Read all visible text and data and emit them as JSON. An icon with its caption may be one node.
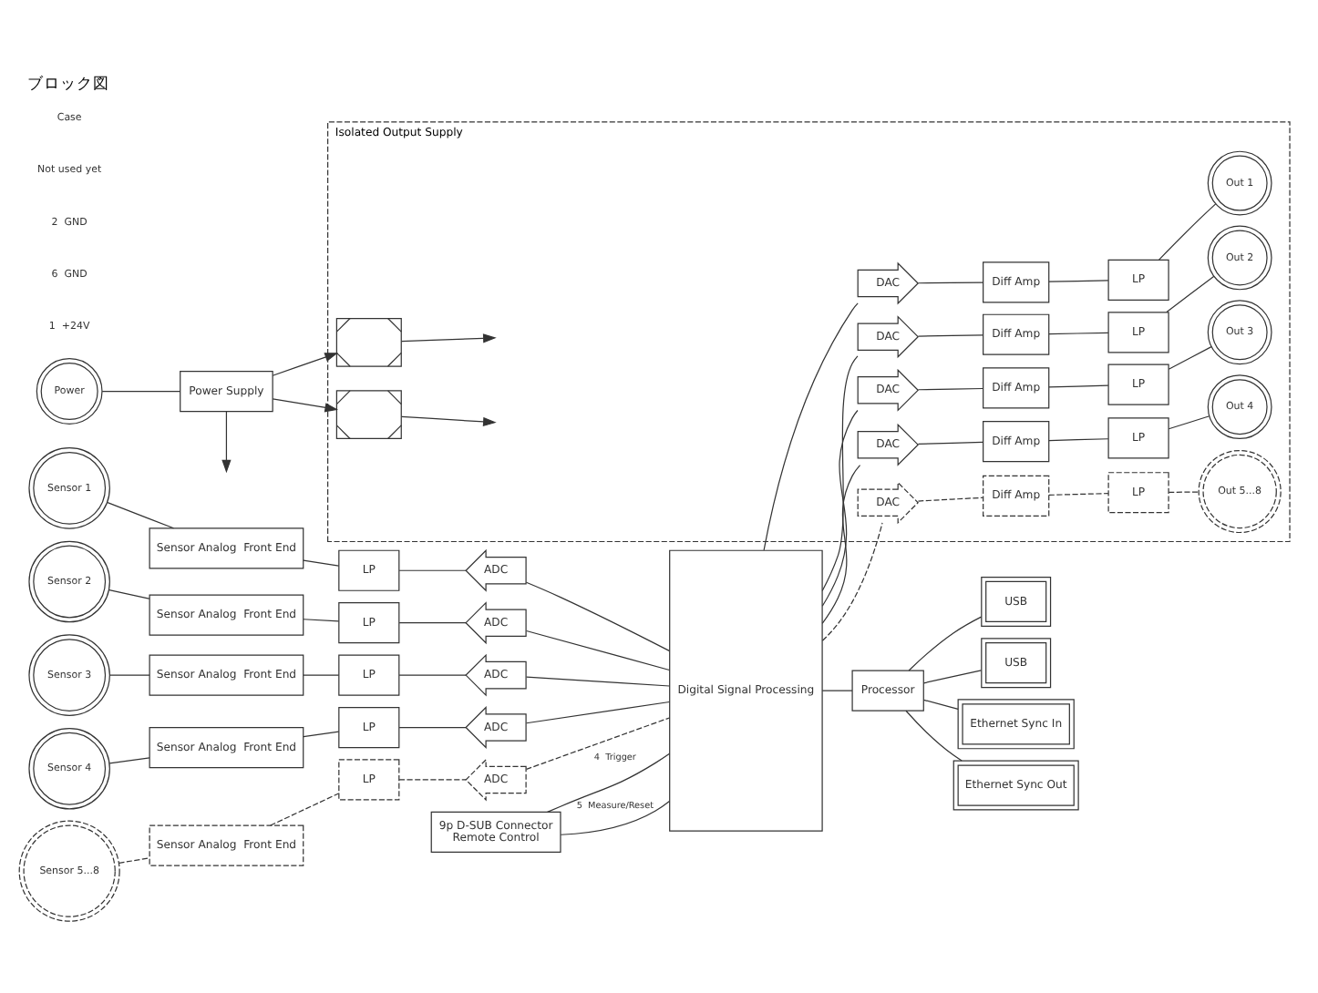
{
  "diagram": {
    "title": "ブロック図",
    "nodes": [
      {
        "text": [
          "Power"
        ]
      },
      {
        "text": [
          "Power Supply"
        ]
      },
      {
        "text": [
          "Isolated Output Supply"
        ]
      },
      {
        "text": [],
        "shape": "box",
        "in": 2
      },
      {
        "text": [],
        "shape": "box",
        "in": 2
      },
      {
        "text": [
          "Sensor 1"
        ]
      },
      {
        "text": [
          "Sensor Analog  Front End"
        ]
      },
      {
        "text": [
          "LP"
        ]
      },
      {
        "text": [
          "ADC"
        ]
      },
      {
        "text": [
          "Sensor 2"
        ]
      },
      {
        "text": [
          "Sensor Analog  Front End"
        ]
      },
      {
        "text": [
          "LP"
        ]
      },
      {
        "text": [
          "ADC"
        ]
      },
      {
        "text": [
          "Sensor 3"
        ]
      },
      {
        "text": [
          "Sensor Analog  Front End"
        ]
      },
      {
        "text": [
          "LP"
        ]
      },
      {
        "text": [
          "ADC"
        ]
      },
      {
        "text": [
          "Sensor 4"
        ]
      },
      {
        "text": [
          "Sensor Analog  Front End"
        ]
      },
      {
        "text": [
          "LP"
        ]
      },
      {
        "text": [
          "ADC"
        ]
      },
      {
        "text": [
          "Sensor 5...8"
        ]
      },
      {
        "text": [
          "Sensor Analog  Front End"
        ]
      },
      {
        "text": [
          "LP"
        ]
      },
      {
        "text": [
          "ADC"
        ]
      },
      {
        "text": [
          "Digital Signal Processing"
        ]
      },
      {
        "text": [
          "DAC"
        ],
        "in": 2
      },
      {
        "text": [
          "Diff Amp"
        ],
        "in": 2
      },
      {
        "text": [
          "LP"
        ],
        "in": 2
      },
      {
        "text": [
          "Out 1"
        ],
        "in": 2
      },
      {
        "text": [
          "DAC"
        ],
        "in": 2
      },
      {
        "text": [
          "Diff Amp"
        ],
        "in": 2
      },
      {
        "text": [
          "LP"
        ],
        "in": 2
      },
      {
        "text": [
          "Out 2"
        ],
        "in": 2
      },
      {
        "text": [
          "DAC"
        ],
        "in": 2
      },
      {
        "text": [
          "Diff Amp"
        ],
        "in": 2
      },
      {
        "text": [
          "LP"
        ],
        "in": 2
      },
      {
        "text": [
          "Out 3"
        ],
        "in": 2
      },
      {
        "text": [
          "DAC"
        ],
        "in": 2
      },
      {
        "text": [
          "Diff Amp"
        ],
        "in": 2
      },
      {
        "text": [
          "LP"
        ],
        "in": 2
      },
      {
        "text": [
          "Out 4"
        ],
        "in": 2
      },
      {
        "text": [
          "DAC"
        ],
        "in": 2
      },
      {
        "text": [
          "Diff Amp"
        ],
        "in": 2
      },
      {
        "text": [
          "LP"
        ],
        "in": 2
      },
      {
        "text": [
          "Out 5...8"
        ],
        "in": 2
      },
      {
        "text": [
          "9p D-SUB Connector",
          "Remote Control"
        ]
      },
      {
        "text": [
          "Processor"
        ]
      },
      {
        "text": [
          "USB"
        ]
      },
      {
        "text": [
          "USB"
        ]
      },
      {
        "text": [
          "Ethernet Sync In"
        ]
      },
      {
        "text": [
          "Ethernet Sync Out"
        ]
      }
    ],
    "edges": [
      {
        "from": 0,
        "to": 1,
        "arrow": "none"
      },
      {
        "from": 1,
        "to": 3,
        "arrow": "to"
      },
      {
        "from": 1,
        "to": 4,
        "arrow": "to"
      },
      {
        "from": 1,
        "to": null,
        "arrow": "to"
      },
      {
        "from": 3,
        "to": null,
        "arrow": "to"
      },
      {
        "from": 4,
        "to": null,
        "arrow": "to"
      },
      {
        "from": 5,
        "to": 6,
        "arrow": "none"
      },
      {
        "from": 6,
        "to": 7,
        "arrow": "none"
      },
      {
        "from": 7,
        "to": 8,
        "arrow": "none"
      },
      {
        "from": 8,
        "to": 25,
        "arrow": "none"
      },
      {
        "from": 9,
        "to": 10,
        "arrow": "none"
      },
      {
        "from": 10,
        "to": 11,
        "arrow": "none"
      },
      {
        "from": 11,
        "to": 12,
        "arrow": "none"
      },
      {
        "from": 12,
        "to": 25,
        "arrow": "none"
      },
      {
        "from": 13,
        "to": 14,
        "arrow": "none"
      },
      {
        "from": 14,
        "to": 15,
        "arrow": "none"
      },
      {
        "from": 15,
        "to": 16,
        "arrow": "none"
      },
      {
        "from": 16,
        "to": 25,
        "arrow": "none"
      },
      {
        "from": 17,
        "to": 18,
        "arrow": "none"
      },
      {
        "from": 18,
        "to": 19,
        "arrow": "none"
      },
      {
        "from": 19,
        "to": 20,
        "arrow": "none"
      },
      {
        "from": 20,
        "to": 25,
        "arrow": "none"
      },
      {
        "from": 21,
        "to": 22,
        "arrow": "none",
        "style": "dashed"
      },
      {
        "from": 22,
        "to": 23,
        "arrow": "none",
        "style": "dashed"
      },
      {
        "from": 23,
        "to": 24,
        "arrow": "none",
        "style": "dashed"
      },
      {
        "from": 24,
        "to": 25,
        "arrow": "none",
        "style": "dashed"
      },
      {
        "from": 25,
        "to": 26,
        "arrow": "none"
      },
      {
        "from": 26,
        "to": 27,
        "arrow": "none"
      },
      {
        "from": 27,
        "to": 28,
        "arrow": "none"
      },
      {
        "from": 28,
        "to": 29,
        "arrow": "none"
      },
      {
        "from": 25,
        "to": 30,
        "arrow": "none"
      },
      {
        "from": 30,
        "to": 31,
        "arrow": "none"
      },
      {
        "from": 31,
        "to": 32,
        "arrow": "none"
      },
      {
        "from": 32,
        "to": 33,
        "arrow": "none"
      },
      {
        "from": 25,
        "to": 34,
        "arrow": "none"
      },
      {
        "from": 34,
        "to": 35,
        "arrow": "none"
      },
      {
        "from": 35,
        "to": 36,
        "arrow": "none"
      },
      {
        "from": 36,
        "to": 37,
        "arrow": "none"
      },
      {
        "from": 25,
        "to": 38,
        "arrow": "none"
      },
      {
        "from": 38,
        "to": 39,
        "arrow": "none"
      },
      {
        "from": 39,
        "to": 40,
        "arrow": "none"
      },
      {
        "from": 40,
        "to": 41,
        "arrow": "none"
      },
      {
        "from": 25,
        "to": 42,
        "arrow": "none",
        "style": "dashed"
      },
      {
        "from": 42,
        "to": 43,
        "arrow": "none",
        "style": "dashed"
      },
      {
        "from": 43,
        "to": 44,
        "arrow": "none",
        "style": "dashed"
      },
      {
        "from": 44,
        "to": 45,
        "arrow": "none",
        "style": "dashed"
      },
      {
        "from": 46,
        "to": 25,
        "arrow": "none",
        "label": "4  Trigger"
      },
      {
        "from": 46,
        "to": 25,
        "arrow": "none",
        "label": "5  Measure/Reset"
      },
      {
        "from": 25,
        "to": 47,
        "arrow": "none"
      },
      {
        "from": 47,
        "to": 48,
        "arrow": "none"
      },
      {
        "from": 47,
        "to": 49,
        "arrow": "none"
      },
      {
        "from": 47,
        "to": 50,
        "arrow": "none"
      },
      {
        "from": 47,
        "to": 51,
        "arrow": "none"
      }
    ],
    "labels": [
      "1  +24V",
      "6  GND",
      "2  GND",
      "Not used yet",
      "Case"
    ]
  }
}
